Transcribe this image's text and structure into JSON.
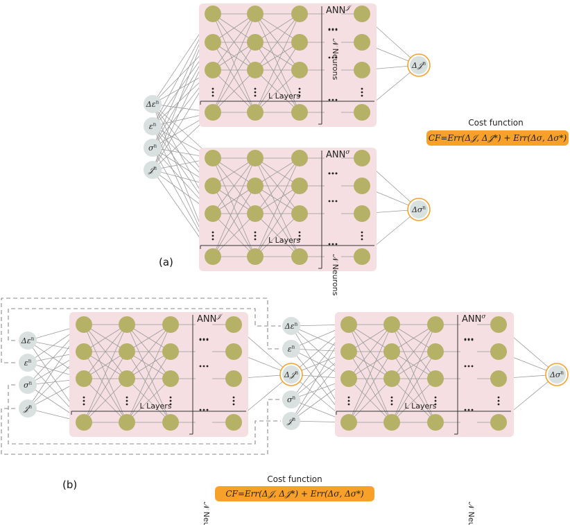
{
  "top": {
    "ann_j": {
      "title": "ANN",
      "title_sup": "𝒥",
      "neurons_label": "𝒩 Neurons",
      "layers_label": "L Layers"
    },
    "ann_s": {
      "title": "ANN",
      "title_sup": "σ",
      "neurons_label": "𝒩 Neurons",
      "layers_label": "L Layers"
    },
    "inputs": [
      {
        "base": "Δε",
        "sup": "n"
      },
      {
        "base": "ε",
        "sup": "n"
      },
      {
        "base": "σ",
        "sup": "n"
      },
      {
        "base": "𝒥",
        "sup": "n"
      }
    ],
    "output_j": {
      "base": "Δ𝒥",
      "sup": "n"
    },
    "output_s": {
      "base": "Δσ",
      "sup": "n"
    },
    "cost_title": "Cost function",
    "cost_formula": "CF=Err(Δ𝒥, Δ𝒥*) + Err(Δσ, Δσ*)",
    "panel_label": "(a)"
  },
  "bottom": {
    "ann_j": {
      "title": "ANN",
      "title_sup": "𝒥",
      "neurons_label": "𝒩 Neurons",
      "layers_label": "L Layers"
    },
    "ann_s": {
      "title": "ANN",
      "title_sup": "σ",
      "neurons_label": "𝒩 Neurons",
      "layers_label": "L Layers"
    },
    "inputs_left": [
      {
        "base": "Δε",
        "sup": "n"
      },
      {
        "base": "ε",
        "sup": "n"
      },
      {
        "base": "σ",
        "sup": "n"
      },
      {
        "base": "𝒥",
        "sup": "n"
      }
    ],
    "inputs_right": [
      {
        "base": "Δε",
        "sup": "n"
      },
      {
        "base": "ε",
        "sup": "n"
      },
      {
        "base": "Δ𝒥",
        "sup": "n"
      },
      {
        "base": "σ",
        "sup": "n"
      },
      {
        "base": "𝒥",
        "sup": "n"
      }
    ],
    "output_s": {
      "base": "Δσ",
      "sup": "n"
    },
    "cost_title": "Cost function",
    "cost_formula": "CF=Err(Δ𝒥, Δ𝒥*) + Err(Δσ, Δσ*)",
    "panel_label": "(b)"
  },
  "colors": {
    "panel_bg": "#f5dfe2",
    "neuron": "#b5b267",
    "input_node": "#d9e0e0",
    "output_ring": "#f7a12a",
    "edge": "#9a9a9a",
    "cost_box": "#f7a12a"
  }
}
